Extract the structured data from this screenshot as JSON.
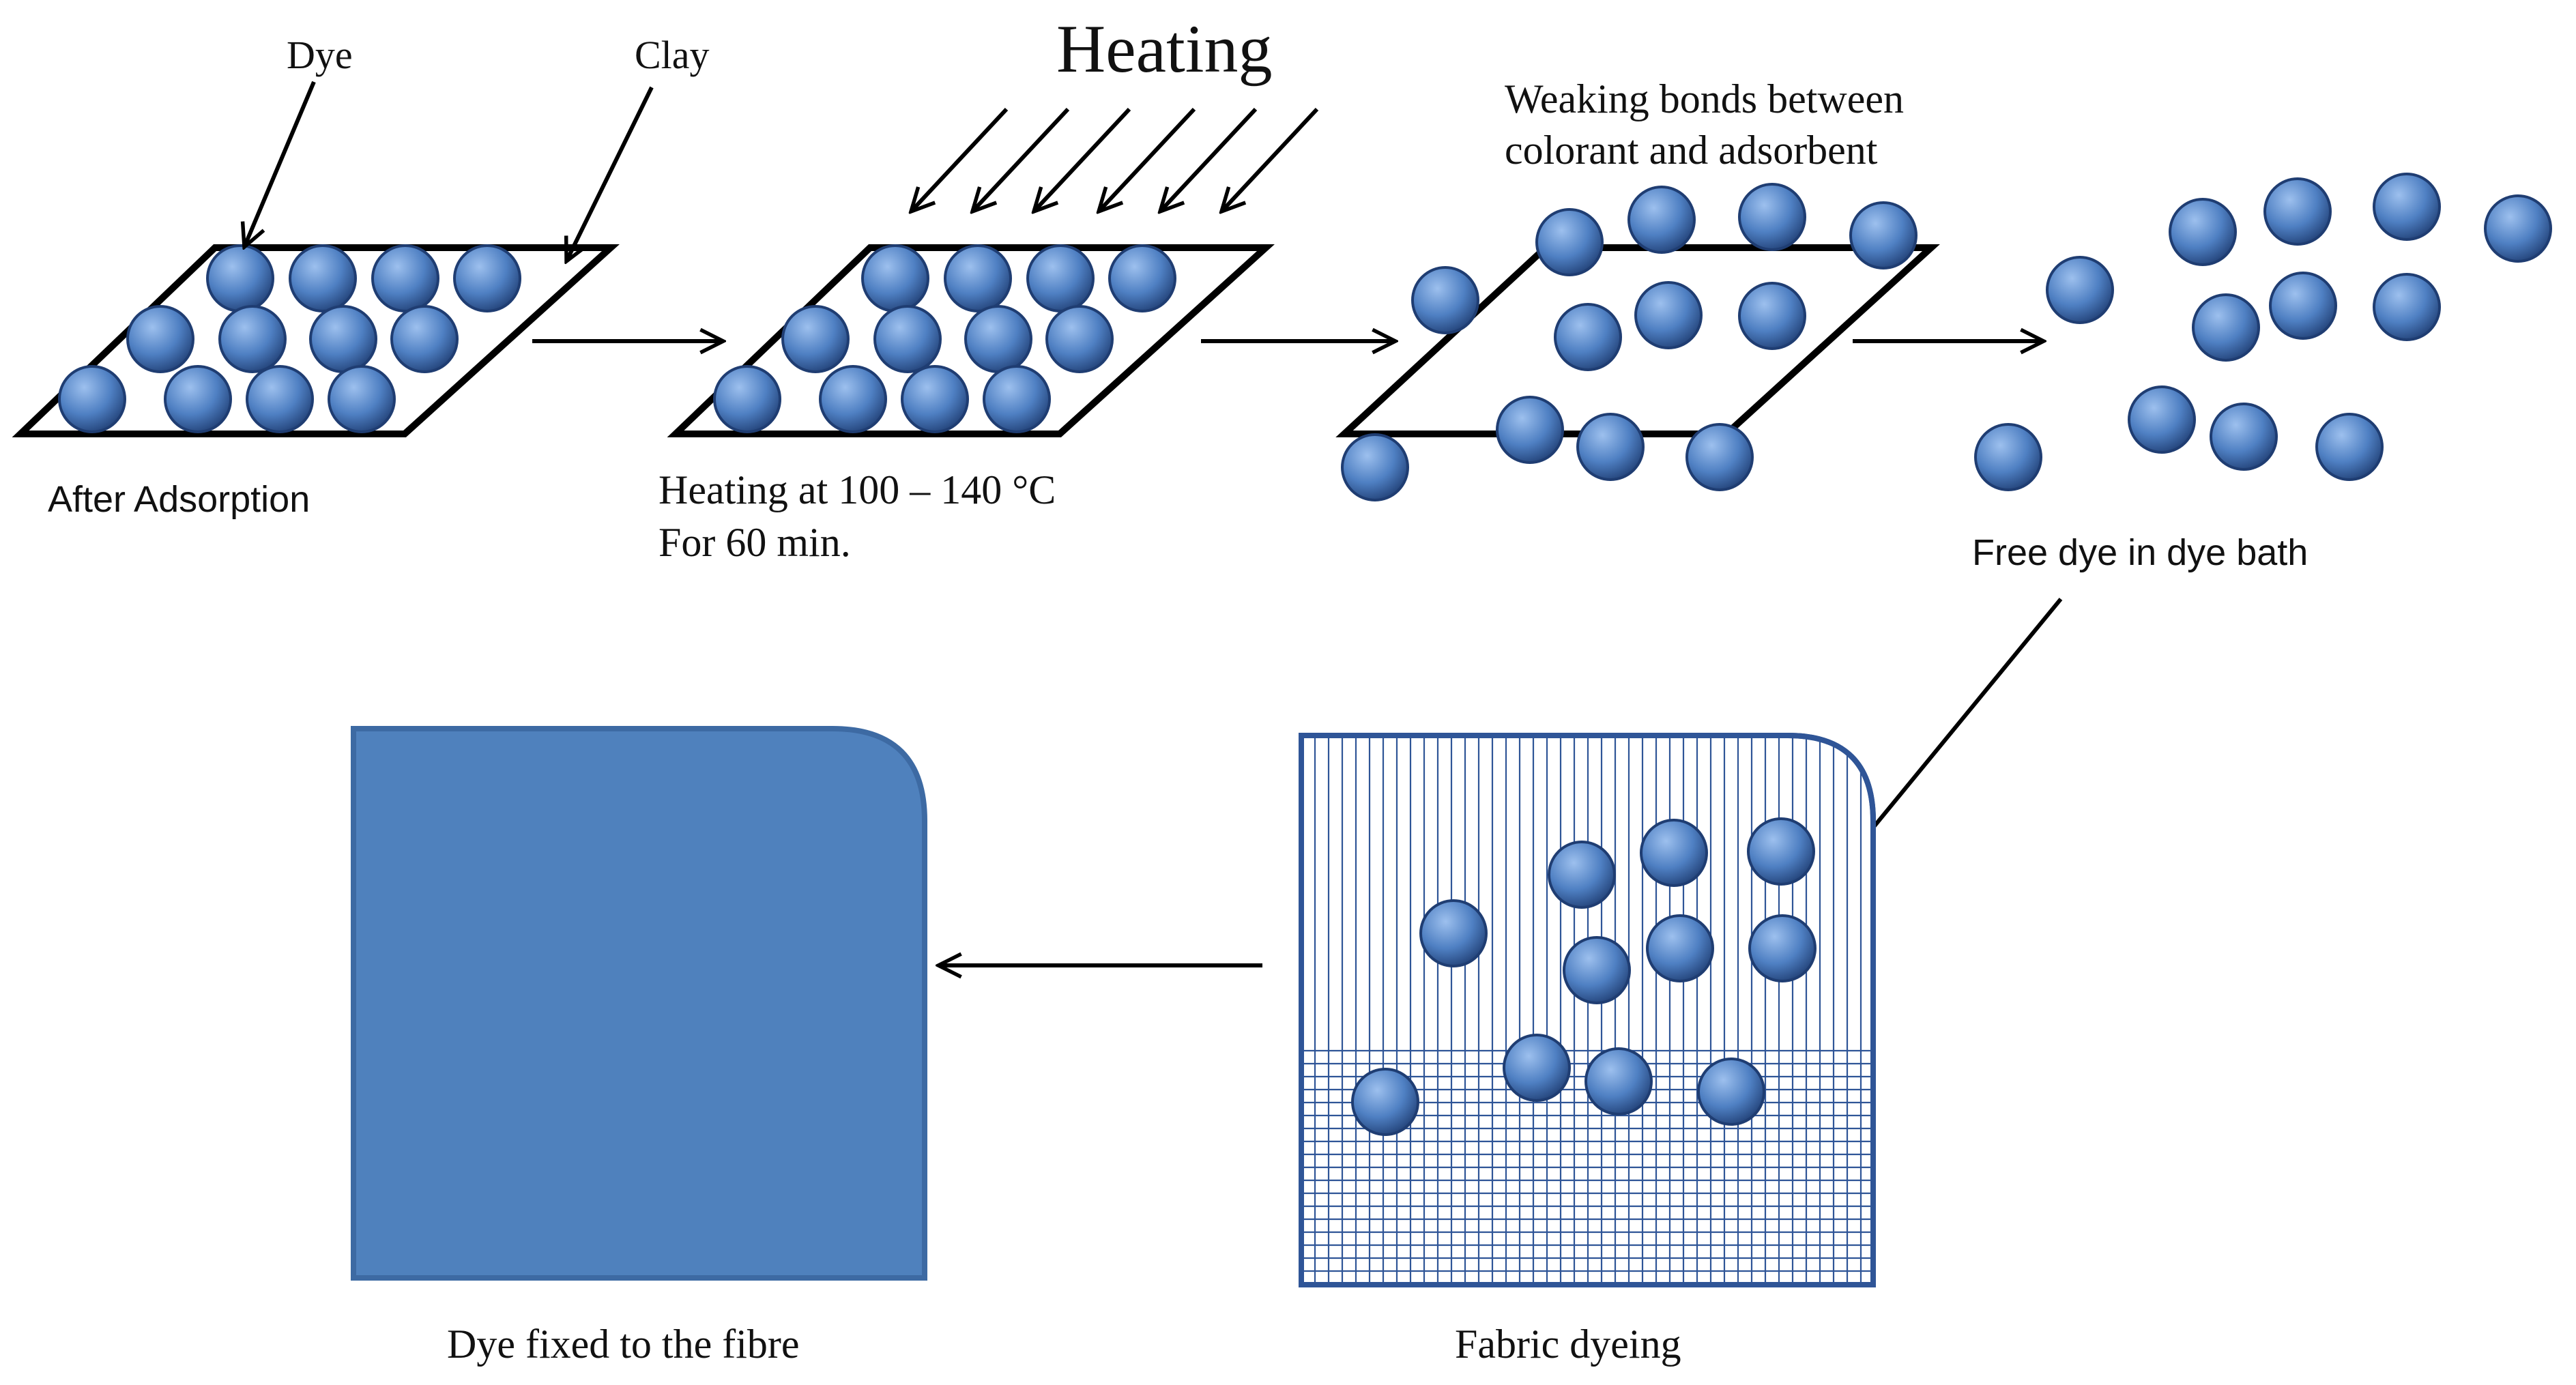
{
  "colors": {
    "dye_fill": "#4f80c3",
    "dye_dark": "#1f3d72",
    "dye_highlight": "#9dc0ee",
    "fixed_fabric": "#4f81bd",
    "fixed_fabric_border": "#3d6aa3",
    "fabric_grid": "#2f5597",
    "stroke": "#000000"
  },
  "labels": {
    "dye": "Dye",
    "clay": "Clay",
    "heating": "Heating",
    "weaking_line1": "Weaking bonds between",
    "weaking_line2": "colorant and adsorbent",
    "after_adsorption": "After Adsorption",
    "heating_cond_line1": "Heating at 100 – 140 °C",
    "heating_cond_line2": "For 60 min.",
    "free_dye": "Free dye in dye bath",
    "dye_fixed": "Dye fixed to the fibre",
    "fabric_dyeing": "Fabric dyeing"
  }
}
